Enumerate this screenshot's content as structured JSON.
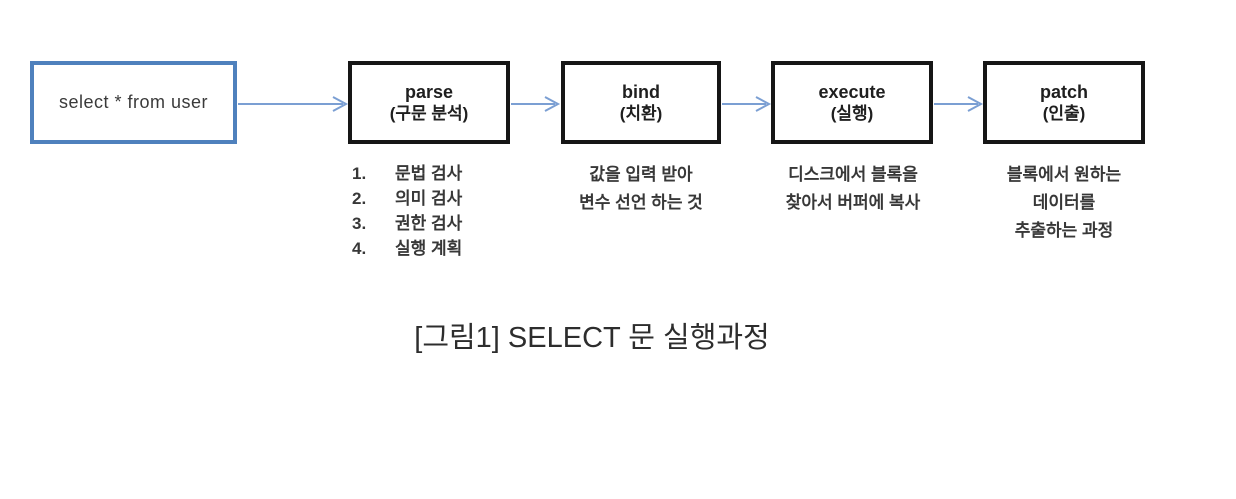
{
  "diagram": {
    "input_box": {
      "label": "select * from user"
    },
    "stages": [
      {
        "title": "parse",
        "subtitle": "(구문 분석)",
        "steps": [
          {
            "num": "1.",
            "text": "문법 검사"
          },
          {
            "num": "2.",
            "text": "의미 검사"
          },
          {
            "num": "3.",
            "text": "권한 검사"
          },
          {
            "num": "4.",
            "text": "실행 계획"
          }
        ]
      },
      {
        "title": "bind",
        "subtitle": "(치환)",
        "desc_lines": [
          "값을 입력 받아",
          "변수 선언 하는 것"
        ]
      },
      {
        "title": "execute",
        "subtitle": "(실행)",
        "desc_lines": [
          "디스크에서 블록을",
          "찾아서 버퍼에 복사"
        ]
      },
      {
        "title": "patch",
        "subtitle": "(인출)",
        "desc_lines": [
          "블록에서 원하는",
          "데이터를",
          "추출하는 과정"
        ]
      }
    ],
    "caption": "[그림1] SELECT 문 실행과정"
  },
  "colors": {
    "input_box_border": "#4f81bd",
    "stage_box_border": "#161616",
    "arrow": "#7b9fd3",
    "text": "#383838"
  }
}
